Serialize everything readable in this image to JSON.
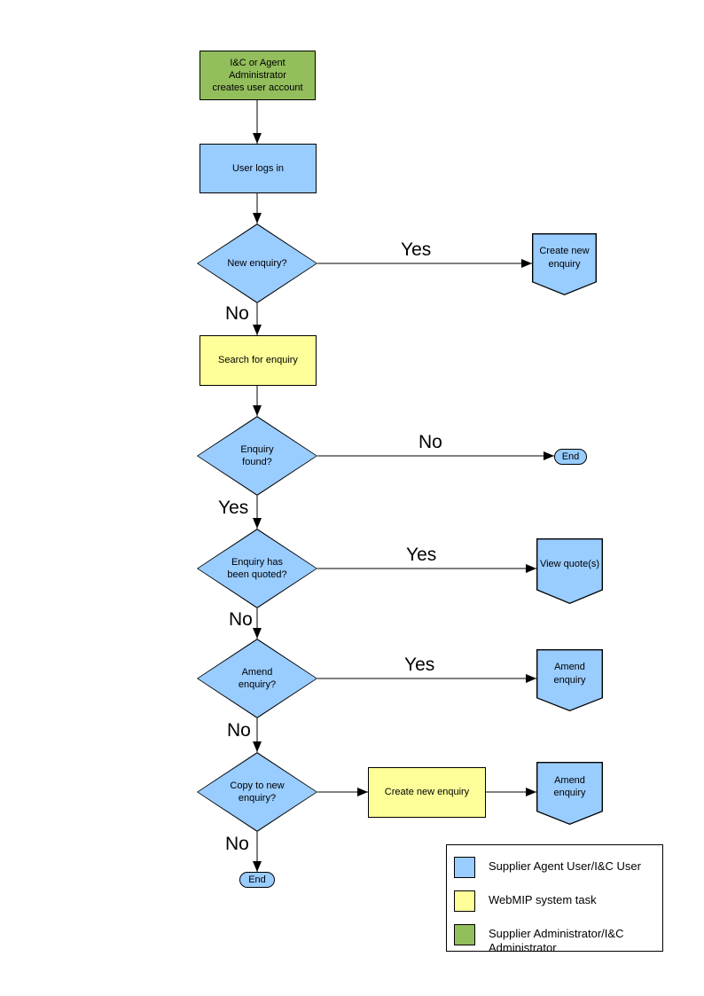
{
  "flowchart": {
    "nodes": {
      "create_account": "I&C or Agent Administrator\ncreates user account",
      "user_logs_in": "User logs in",
      "new_enquiry": "New enquiry?",
      "create_new_enquiry": "Create new\nenquiry",
      "search_for_enquiry": "Search for enquiry",
      "enquiry_found": "Enquiry\nfound?",
      "end_1": "End",
      "enquiry_quoted": "Enquiry has\nbeen quoted?",
      "view_quotes": "View quote(s)",
      "amend_question": "Amend\nenquiry?",
      "amend_enquiry_1": "Amend enquiry",
      "copy_question": "Copy to new\nenquiry?",
      "create_new_enquiry_2": "Create new enquiry",
      "amend_enquiry_2": "Amend enquiry",
      "end_2": "End"
    },
    "edge_labels": {
      "new_enquiry_yes": "Yes",
      "new_enquiry_no": "No",
      "found_no": "No",
      "found_yes": "Yes",
      "quoted_yes": "Yes",
      "quoted_no": "No",
      "amend_yes": "Yes",
      "amend_no": "No",
      "copy_no": "No"
    },
    "colors": {
      "user_task_fill": "#99CCFF",
      "system_task_fill": "#FFFF99",
      "admin_task_fill": "#93BE5C",
      "outline": "#000000"
    }
  },
  "legend": {
    "items": [
      {
        "color": "#99CCFF",
        "label": "Supplier Agent User/I&C User"
      },
      {
        "color": "#FFFF99",
        "label": "WebMIP system task"
      },
      {
        "color": "#93BE5C",
        "label": "Supplier Administrator/I&C Administrator"
      }
    ]
  }
}
